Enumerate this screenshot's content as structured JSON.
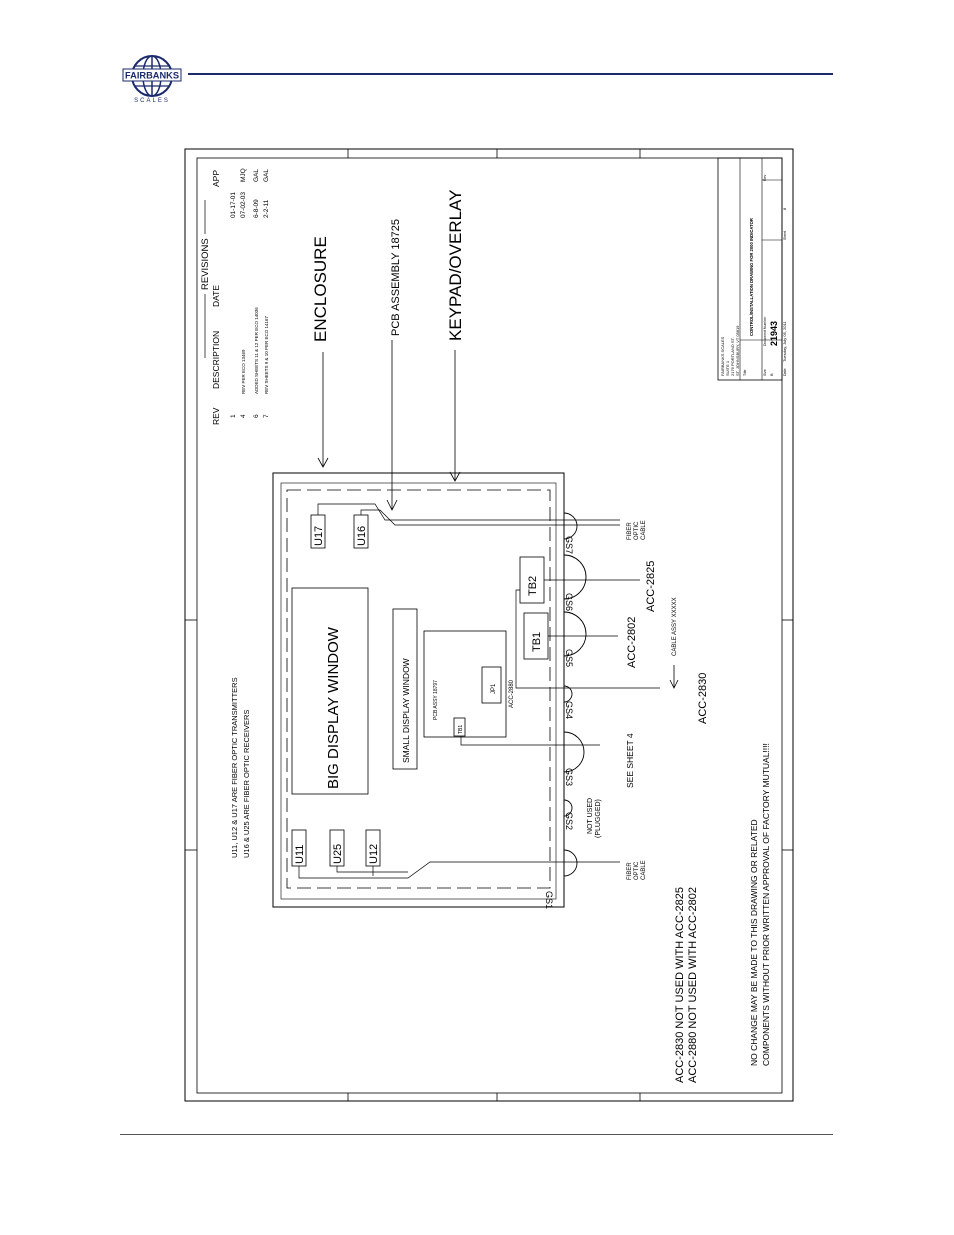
{
  "logo": {
    "text": "FAIRBANKS",
    "subtext": "SCALES"
  },
  "revisions": {
    "title": "REVISIONS",
    "headers": {
      "rev": "REV",
      "description": "DESCRIPTION",
      "date": "DATE",
      "app": "APP"
    },
    "rows": [
      {
        "rev": "1",
        "description": "",
        "date": "01-17-01",
        "app": ""
      },
      {
        "rev": "4",
        "description": "REV PER ECO 13469",
        "date": "07-02-03",
        "app": "MJQ"
      },
      {
        "rev": "6",
        "description": "ADDED SHEETS 11 & 12 PER ECO 14036",
        "date": "6-8-09",
        "app": "GAL"
      },
      {
        "rev": "7",
        "description": "REV SHEETS 9 & 10 PER ECO 14167",
        "date": "2-2-11",
        "app": "GAL"
      }
    ]
  },
  "callouts": {
    "enclosure": "ENCLOSURE",
    "pcb_assembly": "PCB ASSEMBLY 18725",
    "keypad": "KEYPAD/OVERLAY"
  },
  "notes": {
    "transmitters": "U11, U12 & U17 ARE FIBER OPTIC TRANSMITTERS",
    "receivers": "U16 & U25 ARE FIBER OPTIC RECEIVERS",
    "not_used_1": "ACC-2830 NOT USED WITH ACC-2825",
    "not_used_2": "ACC-2880 NOT USED WITH ACC-2802",
    "no_change_1": "NO CHANGE MAY BE MADE TO THIS DRAWING OR RELATED",
    "no_change_2": "COMPONENTS WITHOUT PRIOR WRITTEN APPROVAL OF FACTORY MUTUAL!!!!"
  },
  "components": {
    "big_display": "BIG DISPLAY WINDOW",
    "small_display": "SMALL DISPLAY WINDOW",
    "pcb_assy": "PCB ASSY 18797",
    "jp1": "JP1",
    "tb1_small": "TB1",
    "acc2880": "ACC-2880",
    "tb1": "TB1",
    "tb2": "TB2",
    "u17": "U17",
    "u16": "U16",
    "u11": "U11",
    "u25": "U25",
    "u12": "U12"
  },
  "glands": [
    "GS1",
    "GS2",
    "GS3",
    "GS4",
    "GS5",
    "GS6",
    "GS7"
  ],
  "labels": {
    "fiber_cable_1": [
      "FIBER",
      "OPTIC",
      "CABLE"
    ],
    "fiber_cable_2": [
      "FIBER",
      "OPTIC",
      "CABLE"
    ],
    "not_used_plugged": [
      "NOT USED",
      "(PLUGGED)"
    ],
    "see_sheet": "SEE SHEET 4",
    "acc2830": "ACC-2830",
    "cable_assy": "CABLE ASSY XXXXX",
    "acc2802": "ACC-2802",
    "acc2825": "ACC-2825"
  },
  "title_block": {
    "company_lines": [
      "FAIRBANKS SCALES",
      "SUITE 1",
      "2176 PORTLAND ST.",
      "ST. JOHNSBURY, VT 05819"
    ],
    "title_label": "Title",
    "title": "CONTROL/INSTALLATION DRAWING FOR 2000 INDICATOR",
    "size_label": "Size",
    "size": "B",
    "doc_label": "Document Number",
    "doc_number": "21943",
    "rev_label": "Rev",
    "date_label": "Date:",
    "date": "Tuesday, July 05, 2011",
    "sheet_label": "Sheet",
    "sheet": "8"
  }
}
